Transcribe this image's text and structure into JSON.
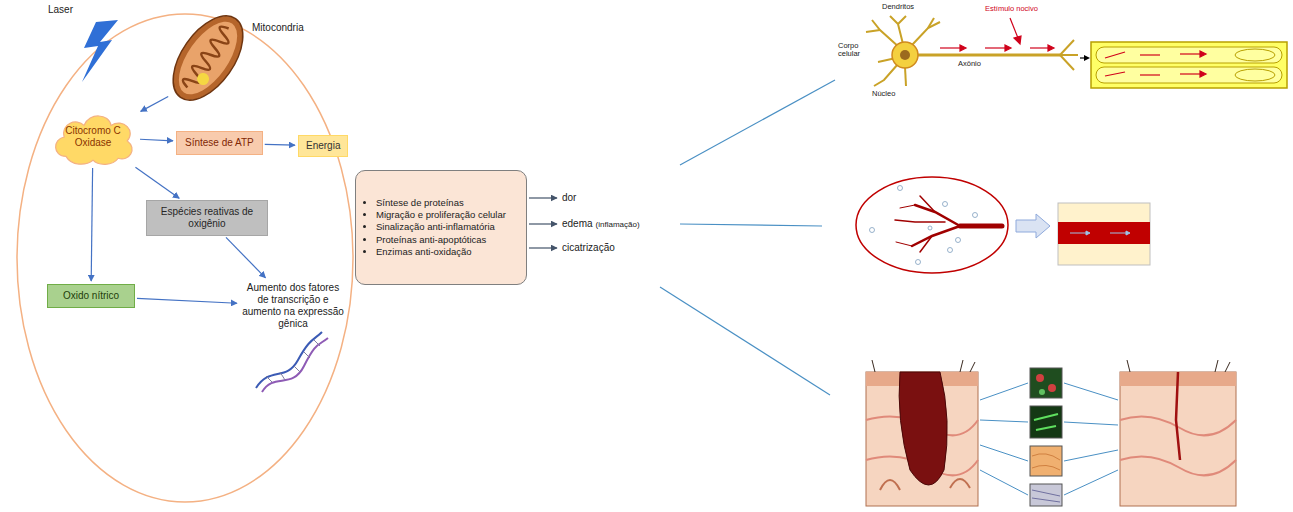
{
  "diagram": {
    "nodes": [
      {
        "text": [
          "Mitocondria"
        ]
      },
      {
        "text": [
          "Citocromo C Oxidase"
        ]
      },
      {
        "text": [
          "Síntese de ATP"
        ]
      },
      {
        "text": [
          "Energia"
        ]
      },
      {
        "text": [
          "Espécies reativas de oxigênio"
        ]
      },
      {
        "text": [
          "Oxido nítrico"
        ]
      },
      {
        "text": [
          "Aumento dos fatores de transcrição e aumento na expressão gênica"
        ]
      },
      {
        "text": [
          "Síntese de proteínas",
          "Migração e proliferação celular",
          "Sinalização anti-inflamatória",
          "Proteínas anti-apoptóticas",
          "Enzimas anti-oxidação"
        ]
      },
      {
        "text": [
          "dor"
        ]
      },
      {
        "text": [
          "edema",
          "(inflamação)"
        ]
      },
      {
        "text": [
          "cicatrização"
        ]
      }
    ],
    "edges": [
      {
        "from": 0,
        "to": 1,
        "arrow": "to"
      },
      {
        "from": 1,
        "to": 2,
        "arrow": "to"
      },
      {
        "from": 2,
        "to": 3,
        "arrow": "to"
      },
      {
        "from": 1,
        "to": 4,
        "arrow": "to"
      },
      {
        "from": 1,
        "to": 5,
        "arrow": "to"
      },
      {
        "from": 4,
        "to": 6,
        "arrow": "to"
      },
      {
        "from": 5,
        "to": 6,
        "arrow": "to"
      },
      {
        "from": 7,
        "to": 8,
        "arrow": "to"
      },
      {
        "from": 7,
        "to": 9,
        "arrow": "to"
      },
      {
        "from": 7,
        "to": 10,
        "arrow": "to"
      }
    ],
    "labels": [
      "Laser",
      "Dendritos",
      "Corpo celular",
      "Núcleo",
      "Axônio",
      "Estímulo nocivo"
    ]
  }
}
